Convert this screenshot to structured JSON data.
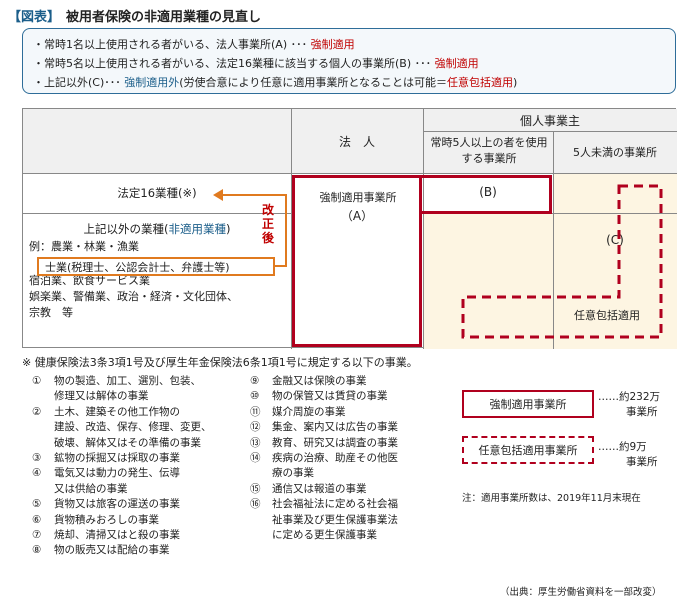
{
  "title": {
    "tag": "【図表】",
    "text": "被用者保険の非適用業種の見直し"
  },
  "info": [
    {
      "text": "・常時1名以上使用される者がいる、法人事業所(A) ･･･ ",
      "em": "強制適用",
      "em2": "",
      "tail": ""
    },
    {
      "text": "・常時5名以上使用される者がいる、法定16業種に該当する個人の事業所(B) ･･･ ",
      "em": "強制適用",
      "em2": "",
      "tail": ""
    },
    {
      "text": "・上記以外(C)･･･ ",
      "em": "強制適用外",
      "mid": "(労使合意により任意に適用事業所となることは可能＝",
      "em2": "任意包括適用",
      "tail": ")"
    }
  ],
  "table": {
    "col_hojin": "法　人",
    "col_kojin": "個人事業主",
    "col_5plus": "常時5人以上の者を使用する事業所",
    "col_5minus": "5人未満の事業所",
    "row_16": "法定16業種(※)",
    "row_other_title": "上記以外の業種(",
    "row_other_em": "非適用業種",
    "row_other_close": ")",
    "examples": [
      "例：農業・林業・漁業",
      "宿泊業、飲食サービス業",
      "娯楽業、警備業、政治・経済・文化団体、",
      "宗教　等"
    ],
    "highlight": "士業(税理士、公認会計士、弁護士等)",
    "revised": [
      "改",
      "正",
      "後"
    ],
    "cell_kyosei": "強制適用事業所",
    "cell_a": "（A）",
    "cell_b": "(B)",
    "cell_c": "(C)",
    "cell_nini": "任意包括適用"
  },
  "note_header": "※ 健康保険法3条3項1号及び厚生年金保険法6条1項1号に規定する以下の事業。",
  "list_left": [
    {
      "num": "①",
      "lines": [
        "物の製造、加工、選別、包装、",
        "修理又は解体の事業"
      ]
    },
    {
      "num": "②",
      "lines": [
        "土木、建築その他工作物の",
        "建設、改造、保存、修理、変更、",
        "破壊、解体又はその準備の事業"
      ]
    },
    {
      "num": "③",
      "lines": [
        "鉱物の採掘又は採取の事業"
      ]
    },
    {
      "num": "④",
      "lines": [
        "電気又は動力の発生、伝導",
        "又は供給の事業"
      ]
    },
    {
      "num": "⑤",
      "lines": [
        "貨物又は旅客の運送の事業"
      ]
    },
    {
      "num": "⑥",
      "lines": [
        "貨物積みおろしの事業"
      ]
    },
    {
      "num": "⑦",
      "lines": [
        "焼却、清掃又はと殺の事業"
      ]
    },
    {
      "num": "⑧",
      "lines": [
        "物の販売又は配給の事業"
      ]
    }
  ],
  "list_right": [
    {
      "num": "⑨",
      "lines": [
        "金融又は保険の事業"
      ]
    },
    {
      "num": "⑩",
      "lines": [
        "物の保管又は賃貸の事業"
      ]
    },
    {
      "num": "⑪",
      "lines": [
        "媒介周旋の事業"
      ]
    },
    {
      "num": "⑫",
      "lines": [
        "集金、案内又は広告の事業"
      ]
    },
    {
      "num": "⑬",
      "lines": [
        "教育、研究又は調査の事業"
      ]
    },
    {
      "num": "⑭",
      "lines": [
        "疾病の治療、助産その他医",
        "療の事業"
      ]
    },
    {
      "num": "⑮",
      "lines": [
        "通信又は報道の事業"
      ]
    },
    {
      "num": "⑯",
      "lines": [
        "社会福祉法に定める社会福",
        "祉事業及び更生保護事業法",
        "に定める更生保護事業"
      ]
    }
  ],
  "legend": {
    "solid_label": "強制適用事業所",
    "solid_count": [
      "……約232万",
      "事業所"
    ],
    "dashed_label": "任意包括適用事業所",
    "dashed_count": [
      "……約9万",
      "事業所"
    ],
    "note": "注：適用事業所数は、2019年11月末現在"
  },
  "source": "（出典：厚生労働省資料を一部改変）",
  "colors": {
    "accent_red": "#b0001e",
    "accent_blue": "#1b5e8a",
    "orange": "#e07a1f",
    "beige": "#fdf5e2"
  }
}
